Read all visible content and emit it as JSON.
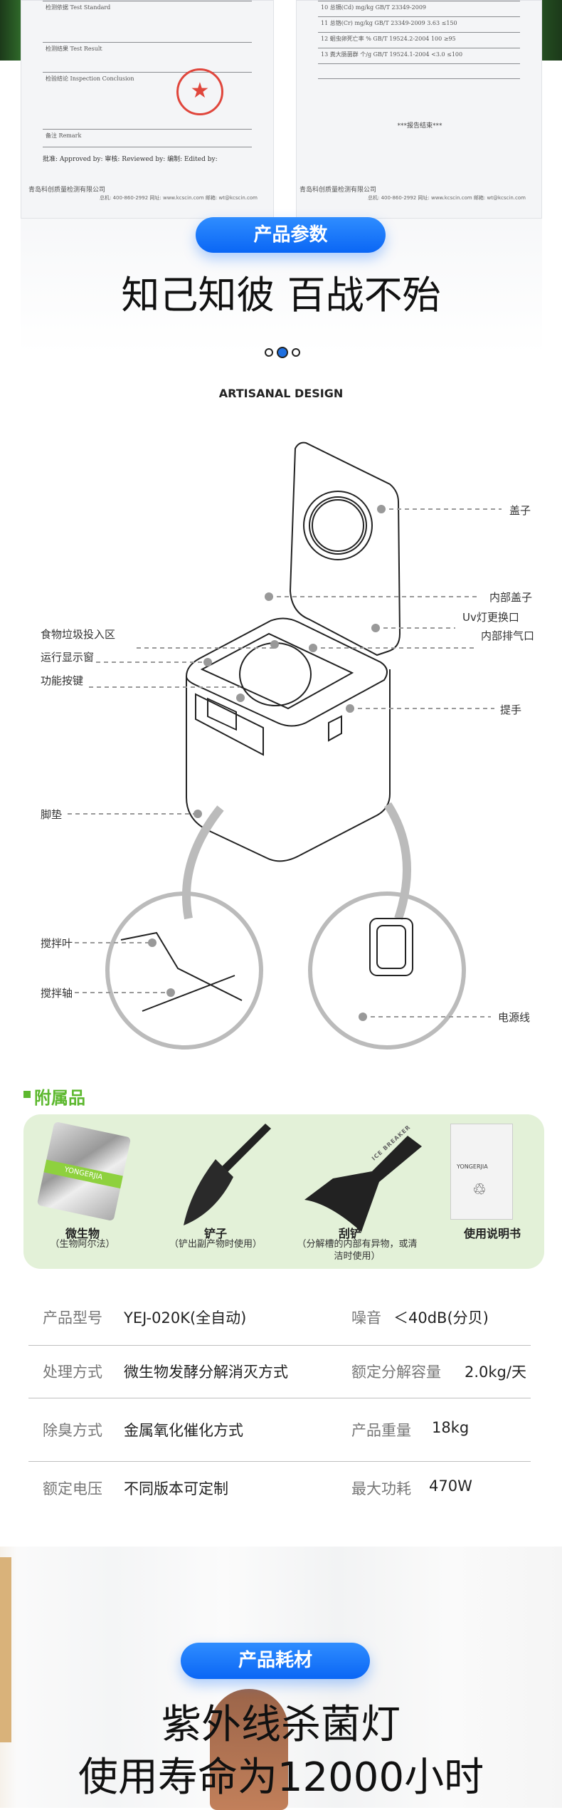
{
  "certificates": {
    "left": {
      "rows": [
        "检测依据 Test Standard",
        "检测结果 Test Result",
        "检验结论 Inspection Conclusion",
        "备注 Remark"
      ],
      "signatures": "批准: Approved by:   审核: Reviewed by:   编制: Edited by:",
      "company": "青岛科创质量检测有限公司",
      "contact": "总机: 400-860-2992  网址: www.kcscin.com  邮箱: wt@kcscin.com"
    },
    "right": {
      "rows": [
        "10  总镉(Cd)  mg/kg  GB/T 23349-2009",
        "11  总铬(Cr)  mg/kg  GB/T 23349-2009  3.63  ≤150",
        "12  蛔虫卵死亡率  %  GB/T 19524.2-2004  100  ≥95",
        "13  粪大肠菌群  个/g  GB/T 19524.1-2004  <3.0  ≤100"
      ],
      "note": "***报告结束***",
      "company": "青岛科创质量检测有限公司",
      "contact": "总机: 400-860-2992  网址: www.kcscin.com  邮箱: wt@kcscin.com"
    }
  },
  "section1": {
    "pill": "产品参数",
    "title": "知己知彼 百战不殆",
    "subtitle": "ARTISANAL DESIGN"
  },
  "diagram_labels": {
    "lid": "盖子",
    "inner_lid": "内部盖子",
    "uv": "Uv灯更换口",
    "vent": "内部排气口",
    "food_input": "食物垃圾投入区",
    "display": "运行显示窗",
    "buttons": "功能按键",
    "handle": "提手",
    "foot": "脚垫",
    "blade": "搅拌叶",
    "shaft": "搅拌轴",
    "power": "电源线"
  },
  "accessories": {
    "title": "附属品",
    "items": [
      {
        "name": "微生物",
        "sub": "（生物阿尔法）",
        "icon": "microbe-pack-icon",
        "brand": "YONGERJIA"
      },
      {
        "name": "铲子",
        "sub": "（铲出副产物时使用）",
        "icon": "shovel-icon"
      },
      {
        "name": "刮铲",
        "sub": "（分解槽的内部有异物，或清洁时使用）",
        "icon": "scraper-icon",
        "brand": "ICE BREAKER"
      },
      {
        "name": "使用说明书",
        "sub": "",
        "icon": "manual-icon",
        "brand": "YONGERJIA"
      }
    ]
  },
  "specs": [
    {
      "k1": "产品型号",
      "v1": "YEJ-020K(全自动)",
      "k2": "噪音",
      "v2": "＜40dB(分贝)"
    },
    {
      "k1": "处理方式",
      "v1": "微生物发酵分解消灭方式",
      "k2": "额定分解容量",
      "v2": "2.0kg/天"
    },
    {
      "k1": "除臭方式",
      "v1": "金属氧化催化方式",
      "k2": "产品重量",
      "v2": "18kg"
    },
    {
      "k1": "额定电压",
      "v1": "不同版本可定制",
      "k2": "最大功耗",
      "v2": "470W"
    }
  ],
  "section2": {
    "pill": "产品耗材",
    "line1": "紫外线杀菌灯",
    "line2": "使用寿命为12000小时"
  },
  "colors": {
    "accent_blue": "#0a66f5",
    "green": "#5cb82e",
    "panel_green": "#e3f1d8"
  }
}
